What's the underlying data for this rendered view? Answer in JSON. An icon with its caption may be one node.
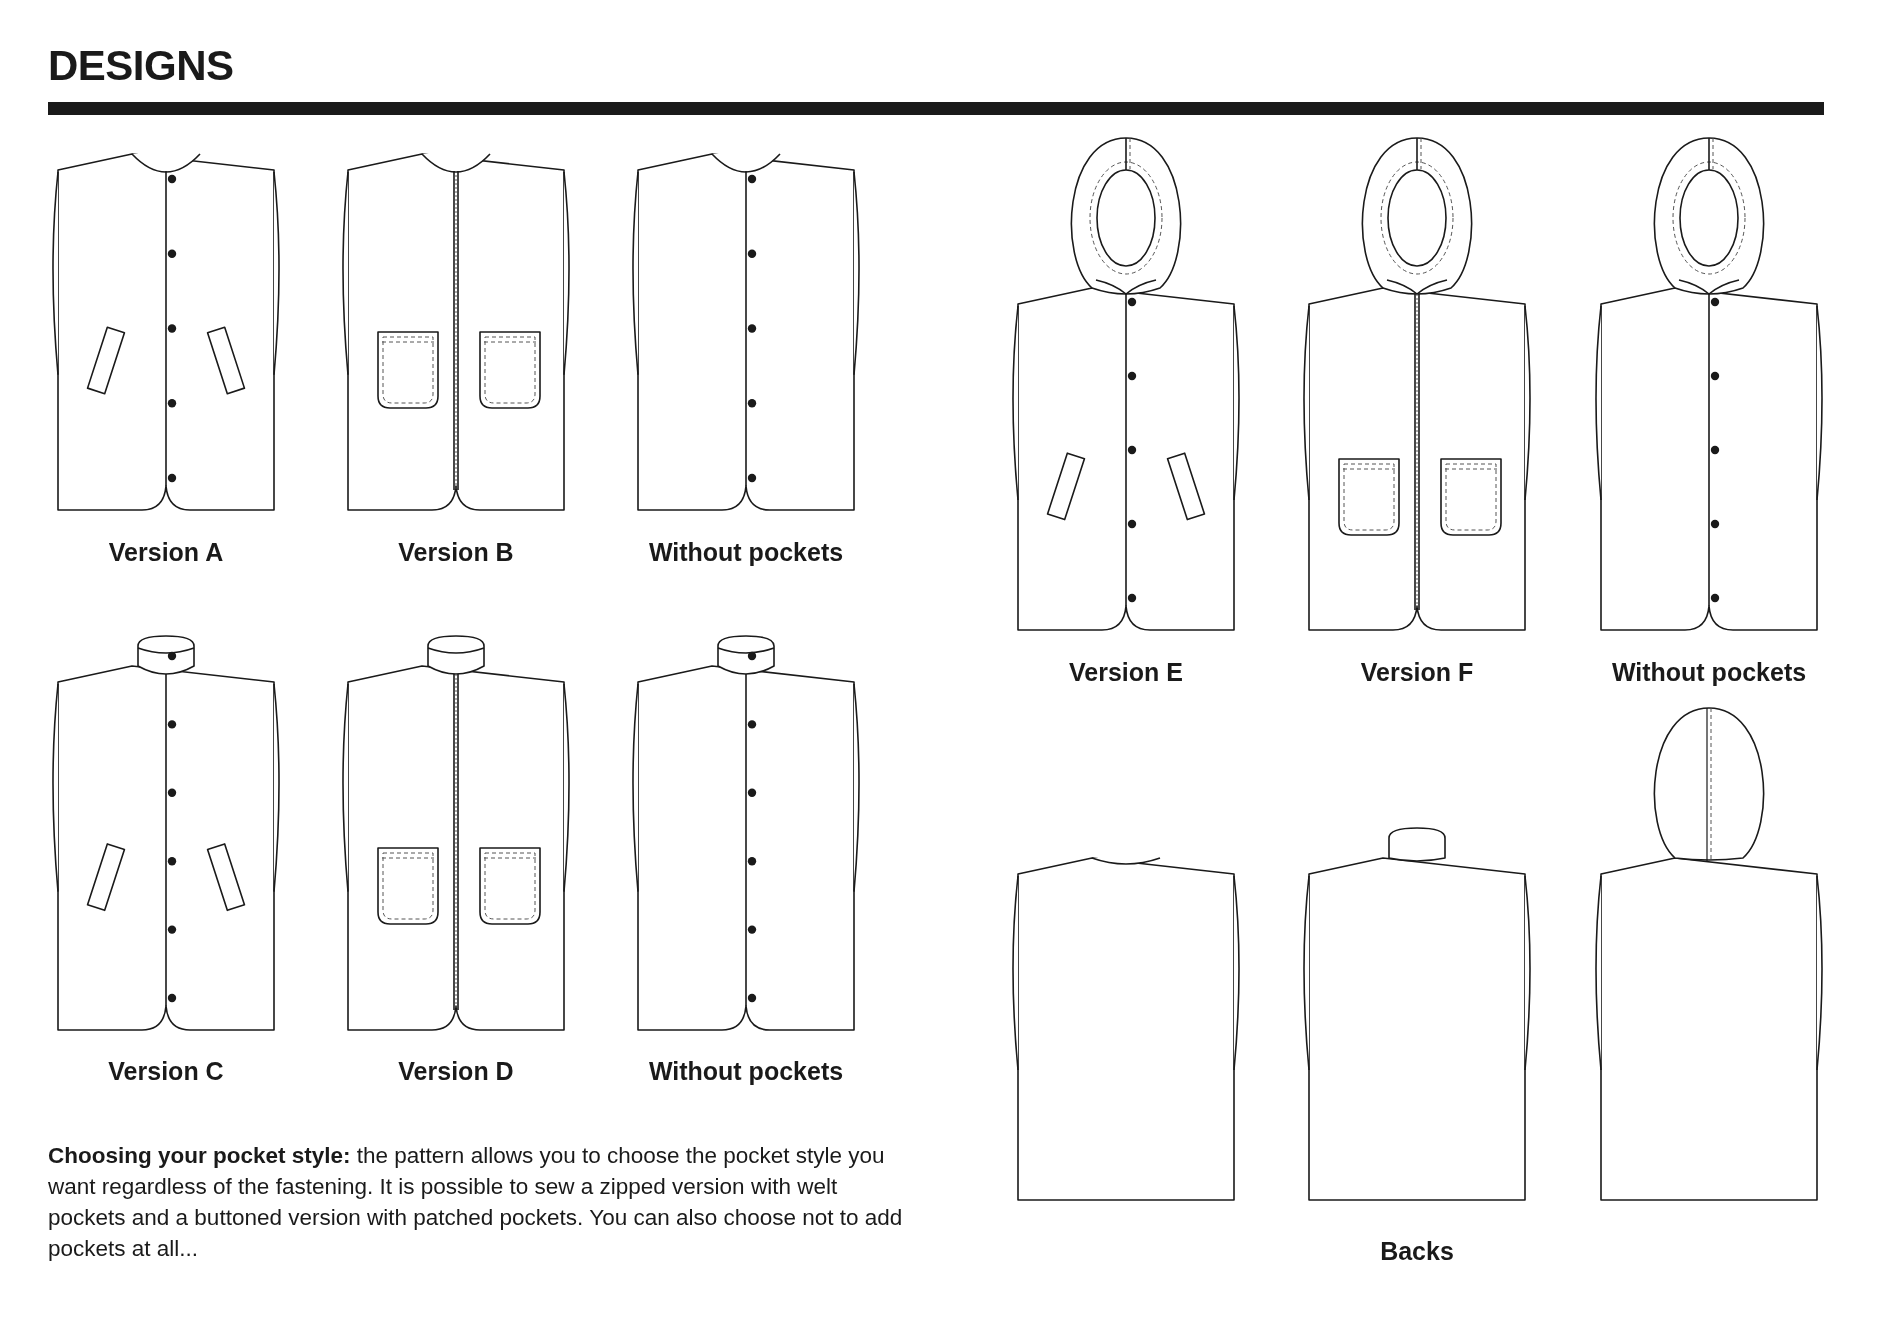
{
  "diagram": {
    "title": "DESIGNS",
    "labels": [
      "Version A",
      "Version B",
      "Without pockets",
      "Version E",
      "Version F",
      "Without pockets",
      "Version C",
      "Version D",
      "Without pockets",
      "**Choosing your pocket style:** the pattern allows you to choose the pocket style you want regardless of the fastening. It is possible to sew a zipped version with welt pockets and a buttoned version with patched pockets. You can also choose not to add pockets at all...",
      "Backs"
    ]
  }
}
